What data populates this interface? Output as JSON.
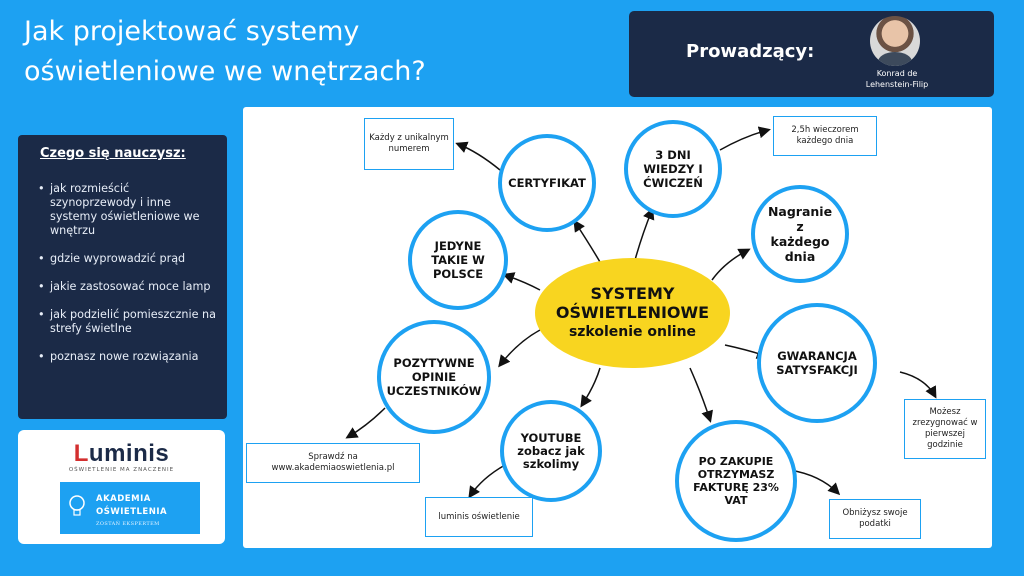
{
  "header": {
    "title_line1": "Jak projektować systemy",
    "title_line2": "oświetleniowe we wnętrzach?"
  },
  "presenter": {
    "label": "Prowadzący:",
    "name_line1": "Konrad de",
    "name_line2": "Lehenstein-Filip"
  },
  "learn": {
    "heading": "Czego się nauczysz:",
    "items": [
      "jak rozmieścić szynoprzewody i inne systemy oświetleniowe we wnętrzu",
      "gdzie wyprowadzić prąd",
      "jakie zastosować moce lamp",
      "jak podzielić pomieszcznie na strefy świetlne",
      "poznasz nowe rozwiązania"
    ]
  },
  "logos": {
    "luminis_l": "L",
    "luminis_rest": "uminis",
    "luminis_tag": "OŚWIETLENIE MA ZNACZENIE",
    "akademia_line1": "AKADEMIA",
    "akademia_line2": "OŚWIETLENIA",
    "akademia_line3": "ZOSTAŃ EKSPERTEM"
  },
  "diagram": {
    "center_line1": "SYSTEMY",
    "center_line2": "OŚWIETLENIOWE",
    "center_line3": "szkolenie online",
    "nodes": {
      "certyfikat": "CERTYFIKAT",
      "dni": "3 DNI WIEDZY I ĆWICZEŃ",
      "nagranie": "Nagranie z każdego dnia",
      "jedyne": "JEDYNE TAKIE W POLSCE",
      "pozytywne": "POZYTYWNE OPINIE UCZESTNIKÓW",
      "gwarancja": "GWARANCJA SATYSFAKCJI",
      "youtube": "YOUTUBE zobacz jak szkolimy",
      "zakup": "PO ZAKUPIE OTRZYMASZ FAKTURĘ 23% VAT"
    },
    "boxes": {
      "numer": "Każdy z unikalnym numerem",
      "wieczorem": "2,5h wieczorem każdego dnia",
      "zrezygnowac": "Możesz zrezygnować w pierwszej godzinie",
      "sprawdz": "Sprawdź na www.akademiaoswietlenia.pl",
      "luminis": "luminis oświetlenie",
      "podatki": "Obniżysz swoje podatki"
    }
  }
}
